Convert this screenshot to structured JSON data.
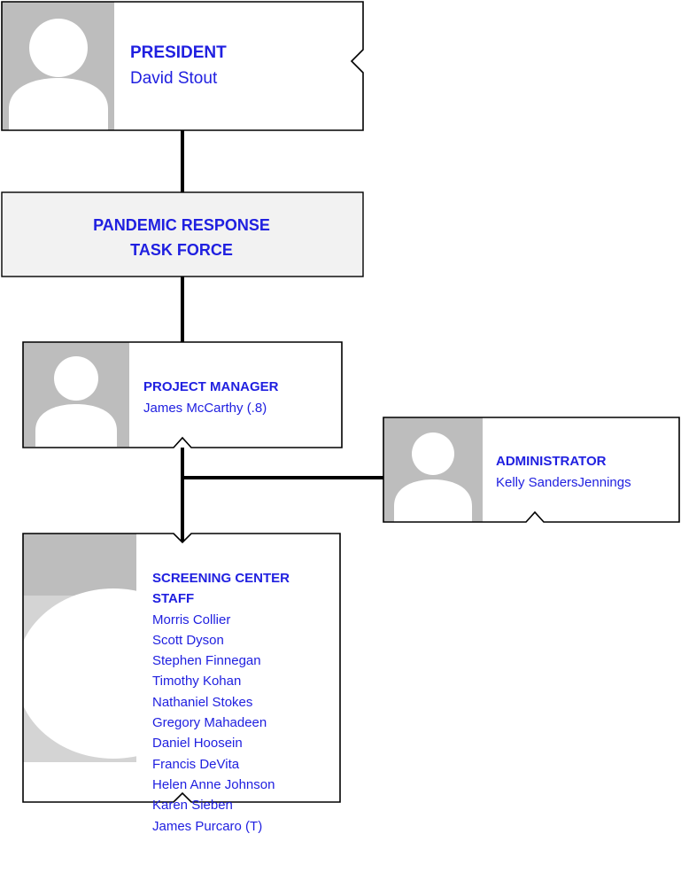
{
  "president": {
    "role": "PRESIDENT",
    "name": "David Stout"
  },
  "task_force": {
    "title": "PANDEMIC RESPONSE TASK FORCE",
    "line1": "PANDEMIC RESPONSE",
    "line2": "TASK FORCE"
  },
  "project_manager": {
    "role": "PROJECT MANAGER",
    "name": "James McCarthy (.8)"
  },
  "administrator": {
    "role": "ADMINISTRATOR",
    "name": "Kelly SandersJennings"
  },
  "screening_center": {
    "role_line1": "SCREENING CENTER",
    "role_line2": "STAFF",
    "members": [
      "Morris Collier",
      "Scott Dyson",
      "Stephen Finnegan",
      "Timothy Kohan",
      "Nathaniel Stokes",
      "Gregory Mahadeen",
      "Daniel Hoosein",
      "Francis DeVita",
      "Helen Anne Johnson",
      "Karen Sieben",
      "James Purcaro (T)"
    ]
  },
  "colors": {
    "text": "#2020e0",
    "photo_bg": "#bdbdbd",
    "avatar": "#ffffff",
    "task_force_fill": "#f2f2f2",
    "line": "#000000"
  },
  "icons": {
    "person_placeholder": "person-silhouette-icon"
  }
}
